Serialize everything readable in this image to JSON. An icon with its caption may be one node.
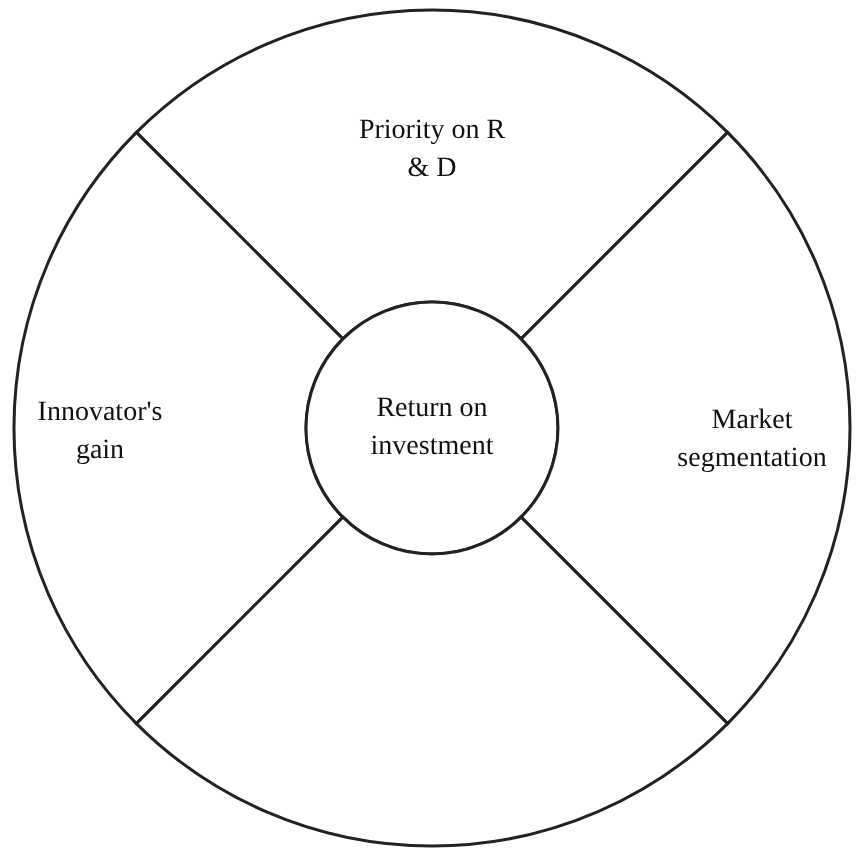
{
  "diagram": {
    "nodes": [
      {
        "text": [
          "Priority on R & D"
        ]
      },
      {
        "text": [
          "Innovator's gain"
        ]
      },
      {
        "text": [
          "Return on investment"
        ]
      },
      {
        "text": [
          "Market segmentation"
        ]
      },
      {
        "text": [],
        "shape": "sector"
      }
    ]
  }
}
